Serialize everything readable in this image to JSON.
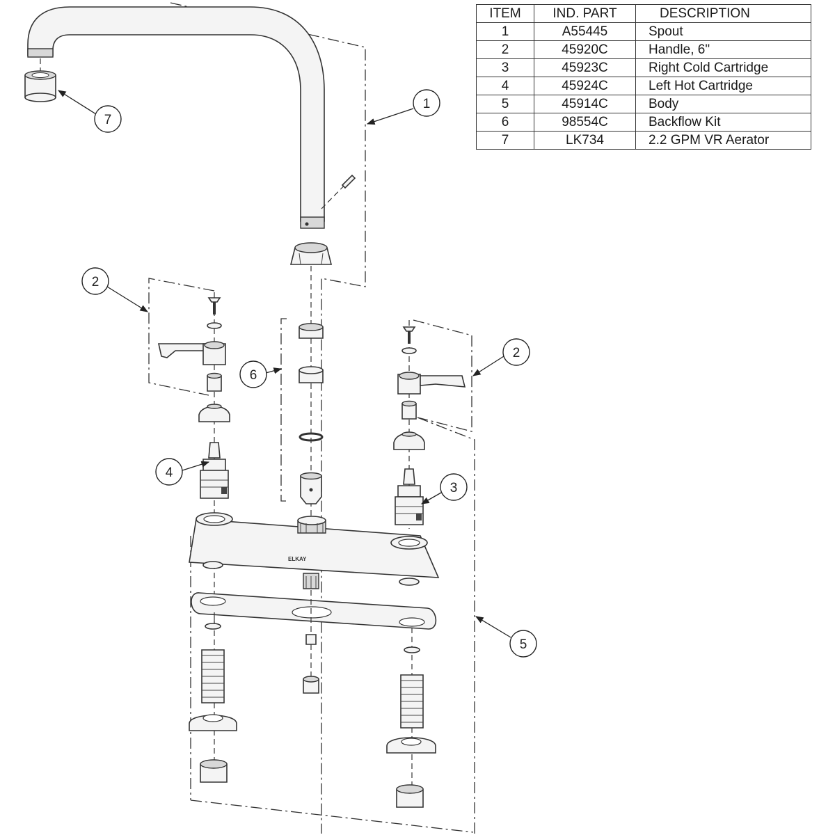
{
  "table": {
    "headers": {
      "item": "ITEM",
      "ind_part": "IND. PART",
      "description": "DESCRIPTION"
    },
    "rows": [
      {
        "item": "1",
        "part": "A55445",
        "desc": "Spout"
      },
      {
        "item": "2",
        "part": "45920C",
        "desc": "Handle, 6\""
      },
      {
        "item": "3",
        "part": "45923C",
        "desc": "Right Cold Cartridge"
      },
      {
        "item": "4",
        "part": "45924C",
        "desc": "Left Hot Cartridge"
      },
      {
        "item": "5",
        "part": "45914C",
        "desc": "Body"
      },
      {
        "item": "6",
        "part": "98554C",
        "desc": "Backflow Kit"
      },
      {
        "item": "7",
        "part": "LK734",
        "desc": "2.2 GPM VR Aerator"
      }
    ]
  },
  "callouts": {
    "c1": "1",
    "c2_left": "2",
    "c2_right": "2",
    "c3": "3",
    "c4": "4",
    "c5": "5",
    "c6": "6",
    "c7": "7"
  },
  "brand": "ELKAY"
}
